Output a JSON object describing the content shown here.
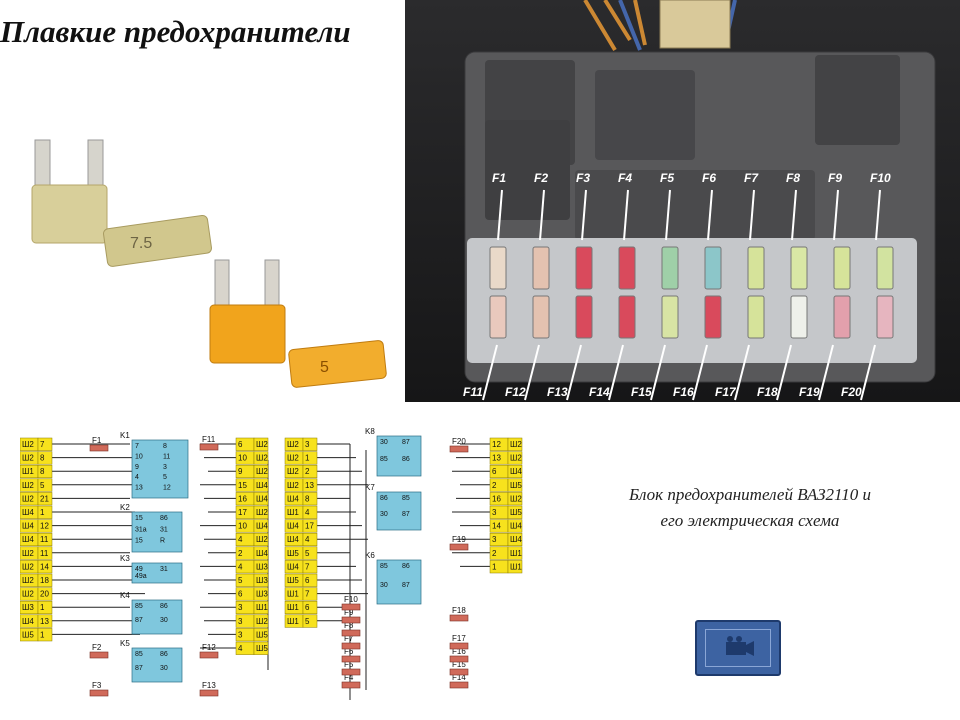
{
  "title": "Плавкие предохранители",
  "caption": {
    "line1": "Блок предохранителей ВАЗ2110 и",
    "line2": "его электрическая схема"
  },
  "photo": {
    "top_labels": [
      "F1",
      "F2",
      "F3",
      "F4",
      "F5",
      "F6",
      "F7",
      "F8",
      "F9",
      "F10"
    ],
    "bottom_labels": [
      "F11",
      "F12",
      "F13",
      "F14",
      "F15",
      "F16",
      "F17",
      "F18",
      "F19",
      "F20"
    ]
  },
  "fuses": [
    {
      "rating": "7.5",
      "color": "#d8cf9a"
    },
    {
      "rating": "5",
      "color": "#f1a41c"
    }
  ],
  "schema": {
    "left_block": [
      [
        "Ш2",
        "7"
      ],
      [
        "Ш2",
        "8"
      ],
      [
        "Ш1",
        "8"
      ],
      [
        "Ш2",
        "5"
      ],
      [
        "Ш2",
        "21"
      ],
      [
        "Ш4",
        "1"
      ],
      [
        "Ш4",
        "12"
      ],
      [
        "Ш4",
        "11"
      ],
      [
        "Ш2",
        "11"
      ],
      [
        "Ш2",
        "14"
      ],
      [
        "Ш2",
        "18"
      ],
      [
        "Ш2",
        "20"
      ],
      [
        "Ш3",
        "1"
      ],
      [
        "Ш4",
        "13"
      ],
      [
        "Ш5",
        "1"
      ]
    ],
    "mid_block": [
      [
        "6",
        "Ш2"
      ],
      [
        "10",
        "Ш2"
      ],
      [
        "9",
        "Ш2"
      ],
      [
        "15",
        "Ш4"
      ],
      [
        "16",
        "Ш4"
      ],
      [
        "17",
        "Ш2"
      ],
      [
        "10",
        "Ш4"
      ],
      [
        "4",
        "Ш2"
      ],
      [
        "2",
        "Ш4"
      ],
      [
        "4",
        "Ш3"
      ],
      [
        "5",
        "Ш3"
      ],
      [
        "6",
        "Ш3"
      ],
      [
        "3",
        "Ш1"
      ],
      [
        "3",
        "Ш2"
      ],
      [
        "3",
        "Ш5"
      ],
      [
        "4",
        "Ш5"
      ]
    ],
    "center_block": [
      [
        "Ш2",
        "3"
      ],
      [
        "Ш2",
        "1"
      ],
      [
        "Ш2",
        "2"
      ],
      [
        "Ш2",
        "13"
      ],
      [
        "Ш4",
        "8"
      ],
      [
        "Ш1",
        "4"
      ],
      [
        "Ш4",
        "17"
      ],
      [
        "Ш4",
        "4"
      ],
      [
        "Ш5",
        "5"
      ],
      [
        "Ш4",
        "7"
      ],
      [
        "Ш5",
        "6"
      ],
      [
        "Ш1",
        "7"
      ],
      [
        "Ш1",
        "6"
      ],
      [
        "Ш1",
        "5"
      ]
    ],
    "right_block": [
      [
        "12",
        "Ш2"
      ],
      [
        "13",
        "Ш2"
      ],
      [
        "6",
        "Ш4"
      ],
      [
        "2",
        "Ш5"
      ],
      [
        "16",
        "Ш2"
      ],
      [
        "3",
        "Ш5"
      ],
      [
        "14",
        "Ш4"
      ],
      [
        "3",
        "Ш4"
      ],
      [
        "2",
        "Ш1"
      ],
      [
        "1",
        "Ш1"
      ]
    ],
    "relays": [
      {
        "name": "K1",
        "pins": [
          "7",
          "8",
          "10",
          "11",
          "9",
          "3",
          "4",
          "5",
          "13",
          "12"
        ]
      },
      {
        "name": "K2",
        "pins": [
          "15",
          "86",
          "31a",
          "31",
          "15",
          "R"
        ]
      },
      {
        "name": "K3",
        "pins": [
          "49",
          "31",
          "49a"
        ]
      },
      {
        "name": "K4",
        "pins": [
          "85",
          "86",
          "87",
          "30"
        ]
      },
      {
        "name": "K5",
        "pins": [
          "85",
          "86",
          "87",
          "30"
        ]
      },
      {
        "name": "K6",
        "pins": [
          "85",
          "86",
          "30",
          "87"
        ]
      },
      {
        "name": "K7",
        "pins": [
          "86",
          "85",
          "30",
          "87"
        ]
      },
      {
        "name": "K8",
        "pins": [
          "30",
          "87",
          "85",
          "86"
        ]
      }
    ],
    "fuse_labels": [
      "F1",
      "F2",
      "F3",
      "F4",
      "F5",
      "F6",
      "F7",
      "F8",
      "F9",
      "F10",
      "F11",
      "F12",
      "F13",
      "F14",
      "F15",
      "F16",
      "F17",
      "F18",
      "F19",
      "F20"
    ]
  },
  "nav_button": {
    "icon": "movie-icon"
  }
}
